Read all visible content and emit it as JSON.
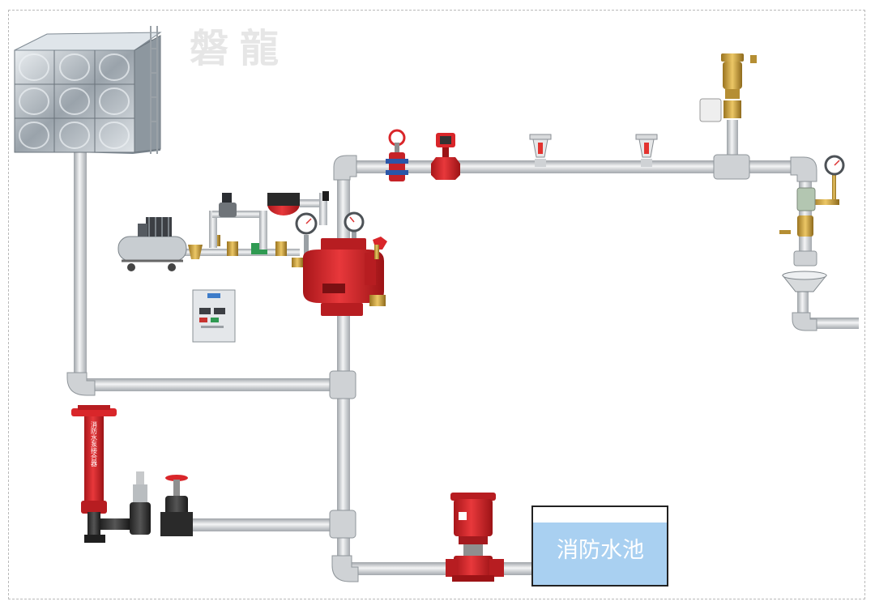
{
  "watermark": "磐龍",
  "water_pool": {
    "label": "消防水池",
    "fill_color": "#a9d0f1",
    "border_color": "#222222"
  },
  "hydrant_connector": {
    "vertical_text": "消防水泵接合器"
  },
  "colors": {
    "pipe": "#d3d5d8",
    "valve_red": "#d9262a",
    "brass": "#c9a23f",
    "steel": "#b8bec4"
  }
}
